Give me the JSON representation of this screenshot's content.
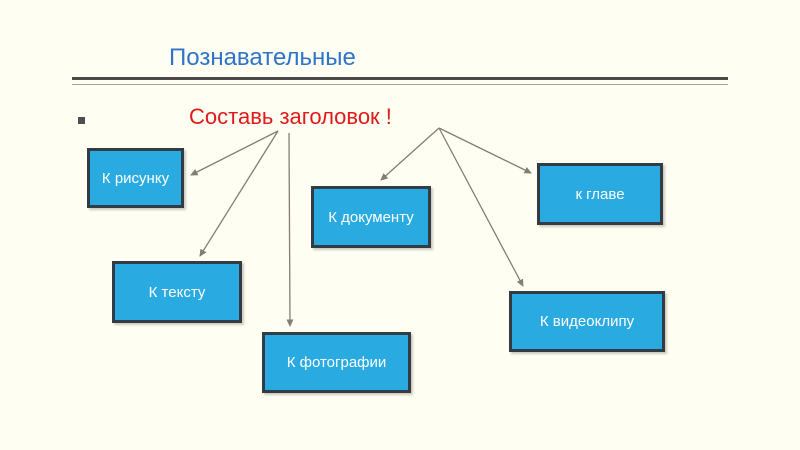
{
  "slide": {
    "title": "Познавательные",
    "subtitle": "Составь заголовок !"
  },
  "nodes": [
    {
      "label": "К рисунку"
    },
    {
      "label": "К документу"
    },
    {
      "label": "к главе"
    },
    {
      "label": "К тексту"
    },
    {
      "label": "К видеоклипу"
    },
    {
      "label": "К фотографии"
    }
  ],
  "colors": {
    "background": "#FFFEF2",
    "title_text": "#2E74C9",
    "subtitle_text": "#E01A1A",
    "node_fill": "#29ABE2",
    "node_border": "#333B44",
    "node_text": "#FFFFFF",
    "connector": "#847E72",
    "rule_dark": "#4A4A4A",
    "rule_light": "#A6A298"
  }
}
